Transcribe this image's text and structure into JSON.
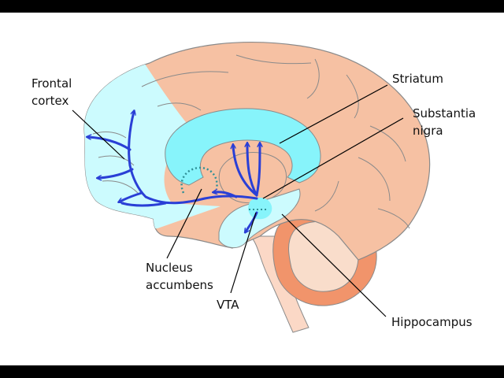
{
  "labels": {
    "frontal_line1": "Frontal",
    "frontal_line2": "cortex",
    "striatum": "Striatum",
    "substantia_line1": "Substantia",
    "substantia_line2": "nigra",
    "nucleus_line1": "Nucleus",
    "nucleus_line2": "accumbens",
    "vta": "VTA",
    "hippocampus": "Hippocampus"
  },
  "colors": {
    "letterbox": "#000000",
    "background": "#ffffff",
    "cortex": "#f6c1a3",
    "cortex_outline": "#8a8a8a",
    "highlight_region": "#ccfbfe",
    "striatum_fill": "#87f4fb",
    "cerebellum_outer": "#f1946b",
    "cerebellum_inner": "#f9ddcb",
    "brainstem": "#fbd8c6",
    "pathway": "#2a3fd6",
    "nucleus_dots": "#2f8f96",
    "leader_line": "#000000"
  },
  "icons": {
    "pathway_arrows": "arrowhead-icon"
  }
}
